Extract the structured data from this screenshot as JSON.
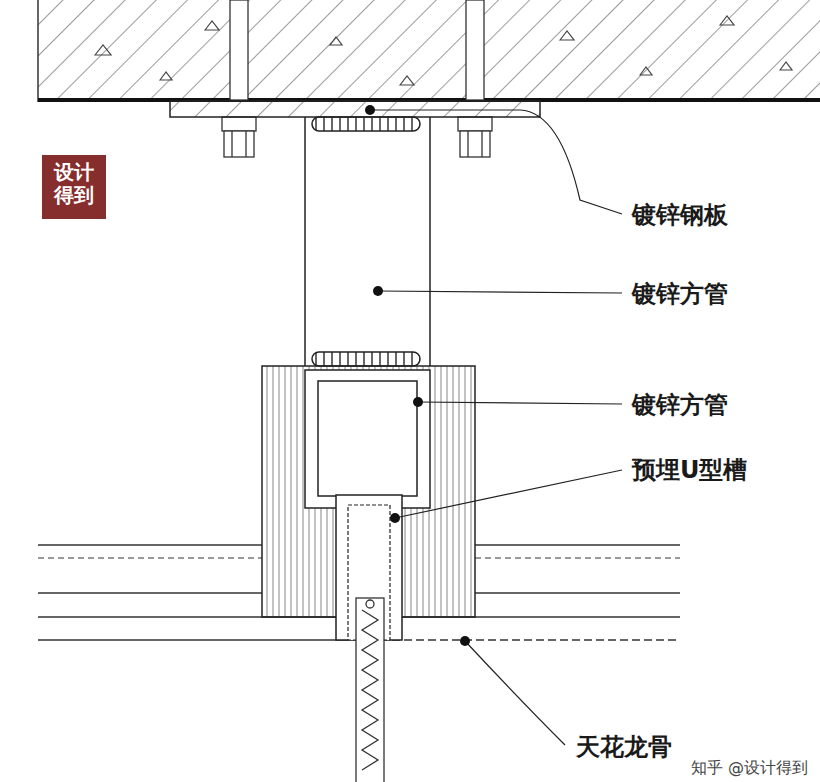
{
  "diagram": {
    "nodes": [
      {
        "text": [
          "设计 得到"
        ]
      }
    ],
    "labels": [
      "镀锌钢板",
      "镀锌方管",
      "镀锌方管",
      "预埋U型槽",
      "天花龙骨",
      "知乎 @设计得到"
    ]
  }
}
